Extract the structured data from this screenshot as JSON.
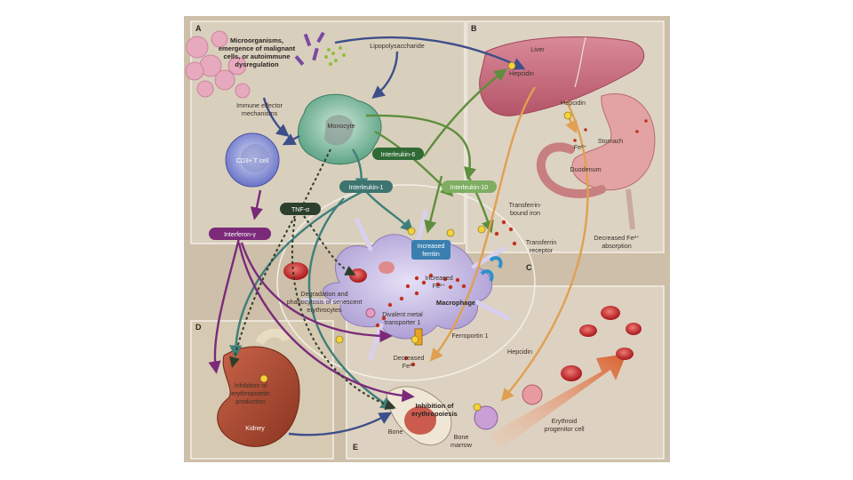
{
  "panels": {
    "a": "A",
    "b": "B",
    "c": "C",
    "d": "D",
    "e": "E"
  },
  "labels": {
    "microorganisms_l1": "Microorganisms,",
    "microorganisms_l2": "emergence of malignant",
    "microorganisms_l3": "cells, or autoimmune",
    "microorganisms_l4": "dysregulation",
    "lipopolysaccharide": "Lipopolysaccharide",
    "immune_l1": "Immune effector",
    "immune_l2": "mechanisms",
    "monocyte": "Monocyte",
    "cd3_t_cell": "CD3+ T cell",
    "interleukin_6": "Interleukin-6",
    "interleukin_1": "Interleukin-1",
    "interleukin_10": "Interleukin-10",
    "tnf_alpha": "TNF-α",
    "interferon_gamma": "Interferon-γ",
    "liver": "Liver",
    "hepcidin_liver": "Hepcidin",
    "hepcidin_path": "Hepcidin",
    "stomach": "Stomach",
    "duodenum": "Duodenum",
    "fe_small": "Fe²⁺",
    "decreased_absorption_l1": "Decreased Fe²⁺",
    "decreased_absorption_l2": "absorption",
    "increased_ferritin_l1": "Increased",
    "increased_ferritin_l2": "ferritin",
    "transferrin_iron_l1": "Transferrin-",
    "transferrin_iron_l2": "bound iron",
    "transferrin_receptor_l1": "Transferrin",
    "transferrin_receptor_l2": "receptor",
    "increased_fe_l1": "Increased",
    "increased_fe_l2": "Fe²⁺",
    "macrophage": "Macrophage",
    "degradation_l1": "Degradation and",
    "degradation_l2": "phagocytosis of senescent",
    "degradation_l3": "erythrocytes",
    "dmt_l1": "Divalent metal",
    "dmt_l2": "transporter 1",
    "ferroportin": "Ferroportin 1",
    "decreased_fe_l1": "Decreased",
    "decreased_fe_l2": "Fe²⁺",
    "hepcidin_macrophage": "Hepcidin",
    "inhibition_epo_l1": "Inhibition of",
    "inhibition_epo_l2": "erythropoietin",
    "inhibition_epo_l3": "production",
    "kidney": "Kidney",
    "inhibition_erythro_l1": "Inhibition of",
    "inhibition_erythro_l2": "erythropoiesis",
    "bone": "Bone",
    "bone_marrow_l1": "Bone",
    "bone_marrow_l2": "marrow",
    "erythroid_l1": "Erythroid",
    "erythroid_l2": "progenitor cell"
  },
  "colors": {
    "purple_arrow": "#7b2a7a",
    "teal_arrow": "#3f7f7a",
    "green_arrow": "#5e8f3e",
    "blue_arrow": "#3d4f8a",
    "orange_arrow": "#e0a050",
    "dark_dotted": "#2f3d2a"
  }
}
